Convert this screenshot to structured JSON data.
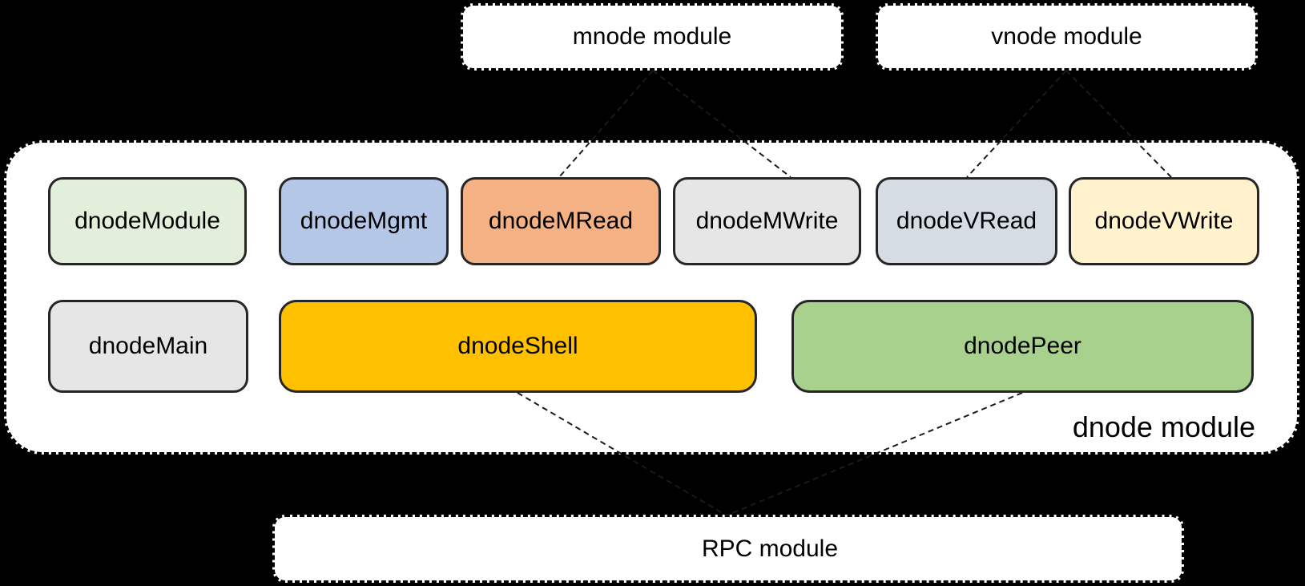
{
  "background_color": "#000000",
  "top_modules": {
    "mnode": {
      "label": "mnode module"
    },
    "vnode": {
      "label": "vnode module"
    }
  },
  "dnode_module": {
    "label": "dnode module",
    "row1": [
      {
        "label": "dnodeModule",
        "color": "#e2efda"
      },
      {
        "label": "dnodeMgmt",
        "color": "#b4c7e7"
      },
      {
        "label": "dnodeMRead",
        "color": "#f4b183"
      },
      {
        "label": "dnodeMWrite",
        "color": "#e7e6e6"
      },
      {
        "label": "dnodeVRead",
        "color": "#d6dce4"
      },
      {
        "label": "dnodeVWrite",
        "color": "#fff2cc"
      }
    ],
    "row2": [
      {
        "label": "dnodeMain",
        "color": "#e7e6e6"
      },
      {
        "label": "dnodeShell",
        "color": "#ffc000"
      },
      {
        "label": "dnodePeer",
        "color": "#a9d18e"
      }
    ]
  },
  "rpc_module": {
    "label": "RPC module"
  },
  "connections": [
    {
      "from": "mnode module",
      "to": "dnodeMRead"
    },
    {
      "from": "mnode module",
      "to": "dnodeMWrite"
    },
    {
      "from": "vnode module",
      "to": "dnodeVRead"
    },
    {
      "from": "vnode module",
      "to": "dnodeVWrite"
    },
    {
      "from": "dnodeShell",
      "to": "RPC module"
    },
    {
      "from": "dnodePeer",
      "to": "RPC module"
    }
  ]
}
